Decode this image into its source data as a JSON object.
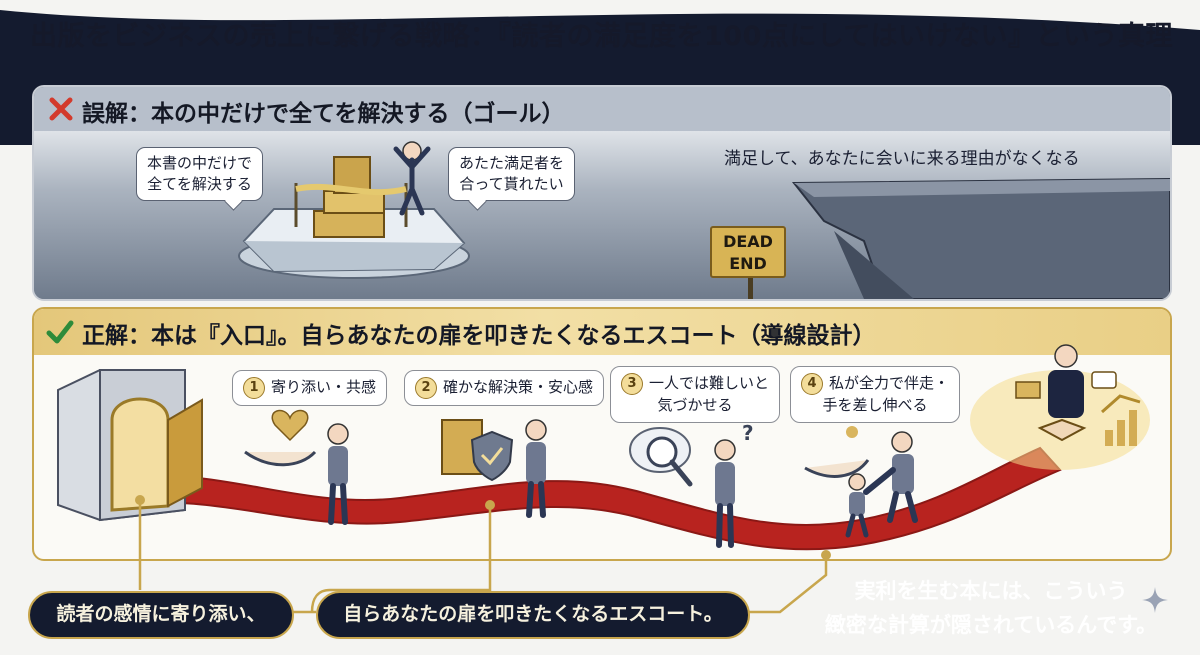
{
  "title": "出版をビジネスの売上に繋げる戦略：『読者の満足度を100点にしてはいけない』という真理",
  "wrong": {
    "header": "誤解：本の中だけで全てを解決する（ゴール）",
    "bubble_left": [
      "本書の中だけで",
      "全てを解決する"
    ],
    "bubble_right": [
      "あたた満足者を",
      "合って貰れたい"
    ],
    "result_text": "満足して、あなたに会いに来る理由がなくなる",
    "sign": [
      "DEAD",
      "END"
    ]
  },
  "right": {
    "header": "正解：本は『入口』。自らあなたの扉を叩きたくなるエスコート（導線設計）",
    "steps": [
      {
        "num": "1",
        "lines": [
          "寄り添い・共感"
        ]
      },
      {
        "num": "2",
        "lines": [
          "確かな解決策・安心感"
        ]
      },
      {
        "num": "3",
        "lines": [
          "一人では難しいと",
          "気づかせる"
        ]
      },
      {
        "num": "4",
        "lines": [
          "私が全力で伴走・",
          "手を差し伸べる"
        ]
      }
    ]
  },
  "footer": {
    "pill1": "読者の感情に寄り添い、",
    "pill2": "自らあなたの扉を叩きたくなるエスコート。",
    "closing": [
      "実利を生む本には、こういう",
      "緻密な計算が隠されているんです。"
    ]
  },
  "colors": {
    "navy": "#141b2f",
    "gold": "#c8a64d",
    "red_path": "#b8231f",
    "wrong_red": "#d33a2c",
    "right_green": "#2e8b3a"
  }
}
